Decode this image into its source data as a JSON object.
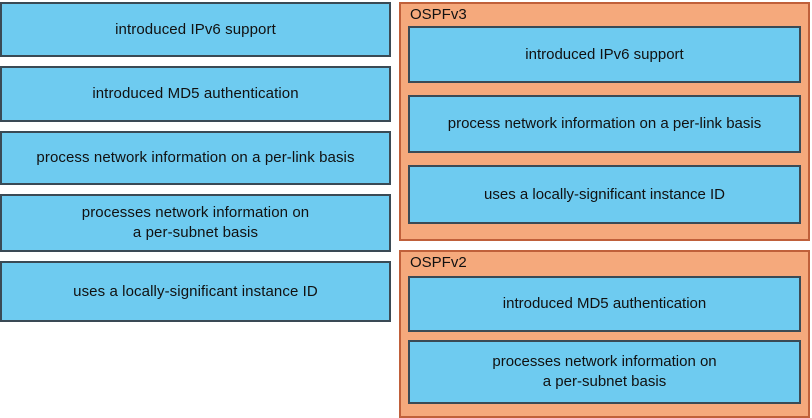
{
  "colors": {
    "card_fill": "#6ecbf0",
    "card_border": "#3a4a55",
    "panel_fill": "#f5a97c",
    "panel_border": "#c0603a",
    "background": "#ffffff",
    "text": "#111111"
  },
  "source_column": {
    "name": "unsorted-statement-bank",
    "cards": [
      {
        "id": "ipv6-support",
        "text": "introduced IPv6 support"
      },
      {
        "id": "md5-authentication",
        "text": "introduced MD5 authentication"
      },
      {
        "id": "per-link-basis",
        "text": "process network information on a per-link basis"
      },
      {
        "id": "per-subnet-basis",
        "text": "processes network information on\na per-subnet basis"
      },
      {
        "id": "instance-id",
        "text": "uses a locally-significant instance ID"
      }
    ]
  },
  "groups": [
    {
      "id": "ospfv3",
      "title": "OSPFv3",
      "cards": [
        {
          "id": "ipv6-support",
          "text": "introduced IPv6 support"
        },
        {
          "id": "per-link-basis",
          "text": "process network information on a per-link basis"
        },
        {
          "id": "instance-id",
          "text": "uses a locally-significant instance ID"
        }
      ]
    },
    {
      "id": "ospfv2",
      "title": "OSPFv2",
      "cards": [
        {
          "id": "md5-authentication",
          "text": "introduced MD5 authentication"
        },
        {
          "id": "per-subnet-basis",
          "text": "processes network information on\na per-subnet basis"
        }
      ]
    }
  ]
}
